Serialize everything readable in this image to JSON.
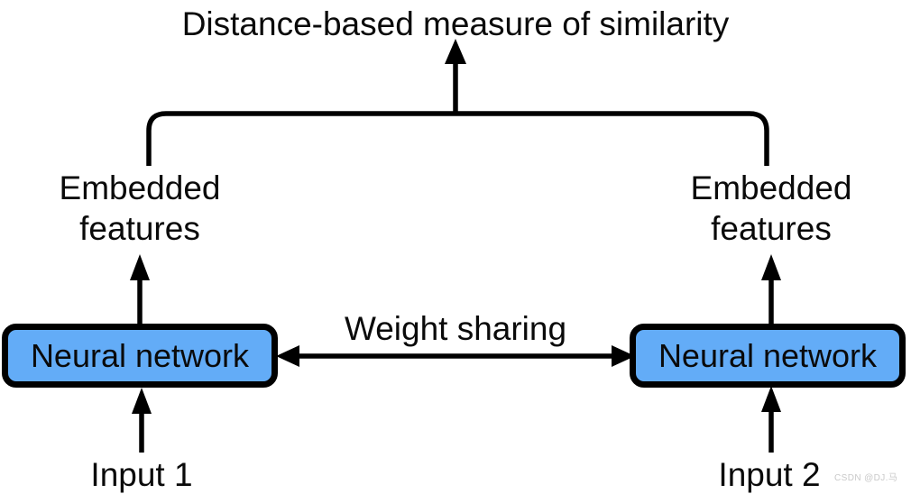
{
  "diagram": {
    "title": "Distance-based measure of similarity",
    "weight_sharing_label": "Weight sharing",
    "left_branch": {
      "embedded_label": "Embedded\nfeatures",
      "network_label": "Neural network",
      "input_label": "Input 1"
    },
    "right_branch": {
      "embedded_label": "Embedded\nfeatures",
      "network_label": "Neural network",
      "input_label": "Input 2"
    },
    "watermark": "CSDN @DJ.马",
    "colors": {
      "box_fill": "#63acf7",
      "box_border": "#000000",
      "arrow": "#000000",
      "watermark": "#c9c9c9"
    }
  }
}
